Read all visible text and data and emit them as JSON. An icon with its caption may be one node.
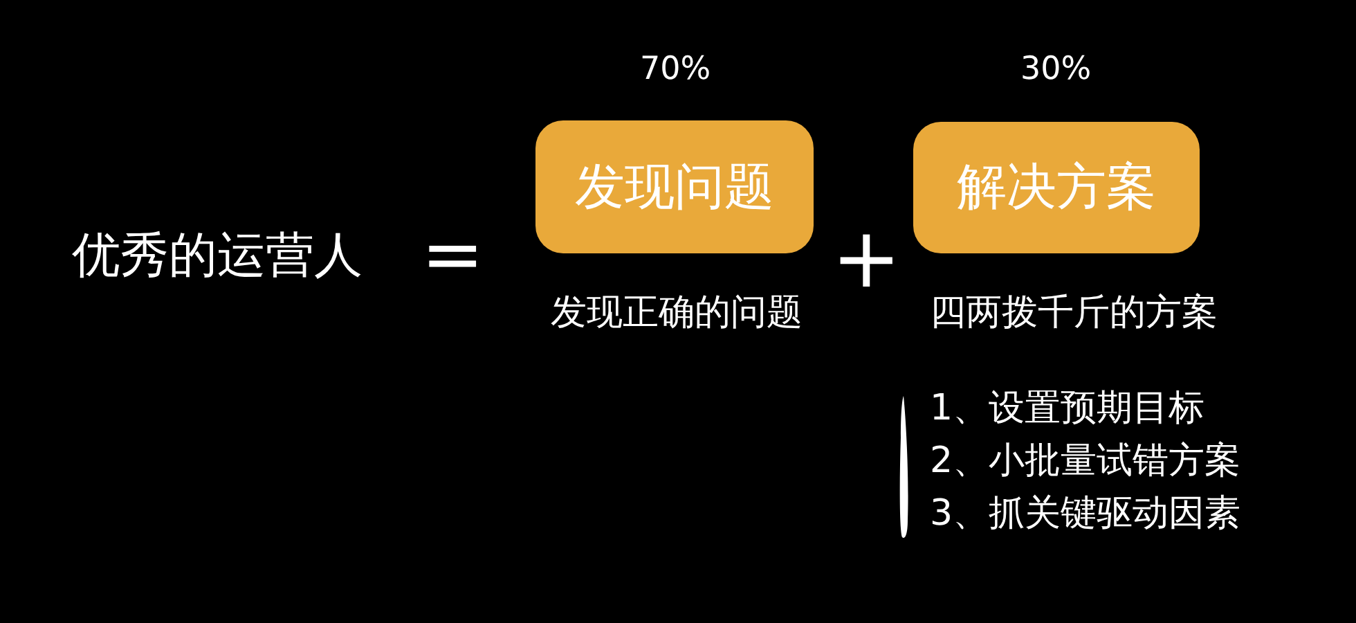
{
  "diagram": {
    "nodes": [
      {
        "text": [
          "发现问题"
        ],
        "beside": [
          "70%",
          "发现正确的问题"
        ]
      },
      {
        "text": [
          "解决方案"
        ],
        "beside": [
          "30%",
          "四两拨千斤的方案"
        ]
      }
    ],
    "labels": [
      "优秀的运营人",
      "=",
      "+",
      "1、设置预期目标",
      "2、小批量试错方案",
      "3、抓关键驱动因素"
    ]
  }
}
